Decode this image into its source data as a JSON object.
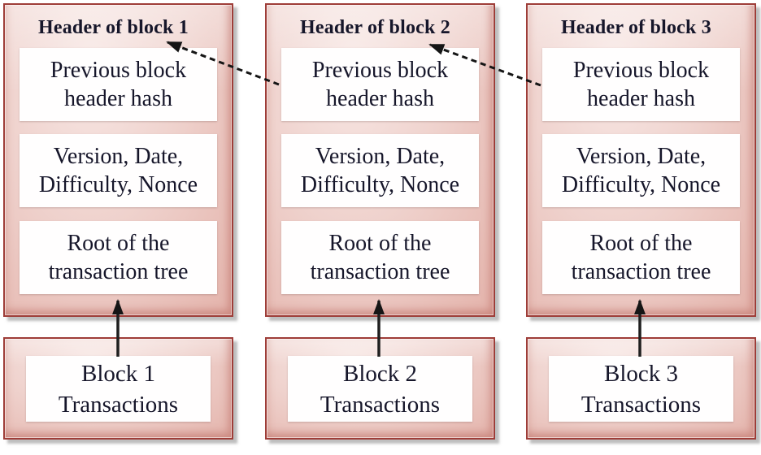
{
  "blocks": [
    {
      "title": "Header of block 1",
      "prev_hash": "Previous block\nheader hash",
      "version_line": "Version, Date,\nDifficulty, Nonce",
      "root": "Root of the\ntransaction tree",
      "transactions": "Block 1\nTransactions"
    },
    {
      "title": "Header of block 2",
      "prev_hash": "Previous block\nheader hash",
      "version_line": "Version, Date,\nDifficulty, Nonce",
      "root": "Root of the\ntransaction tree",
      "transactions": "Block 2\nTransactions"
    },
    {
      "title": "Header of block 3",
      "prev_hash": "Previous block\nheader hash",
      "version_line": "Version, Date,\nDifficulty, Nonce",
      "root": "Root of the\ntransaction tree",
      "transactions": "Block 3\nTransactions"
    }
  ],
  "relations": {
    "hash_pointers": [
      {
        "from": "block 2 previous block header hash",
        "to": "block 1 header",
        "style": "dashed-arrow"
      },
      {
        "from": "block 3 previous block header hash",
        "to": "block 2 header",
        "style": "dashed-arrow"
      }
    ],
    "transaction_arrows": [
      {
        "from": "Block 1 Transactions",
        "to": "block 1 root of the transaction tree",
        "style": "solid-arrow"
      },
      {
        "from": "Block 2 Transactions",
        "to": "block 2 root of the transaction tree",
        "style": "solid-arrow"
      },
      {
        "from": "Block 3 Transactions",
        "to": "block 3 root of the transaction tree",
        "style": "solid-arrow"
      }
    ]
  },
  "colors": {
    "block_border": "#9e3d38",
    "block_fill_light": "#f7e6e3",
    "block_fill_dark": "#e4b3ab",
    "inner_box_bg": "#fffefe",
    "text": "#16162a",
    "arrow": "#151515",
    "drop_shadow": "#7d7d7d"
  }
}
